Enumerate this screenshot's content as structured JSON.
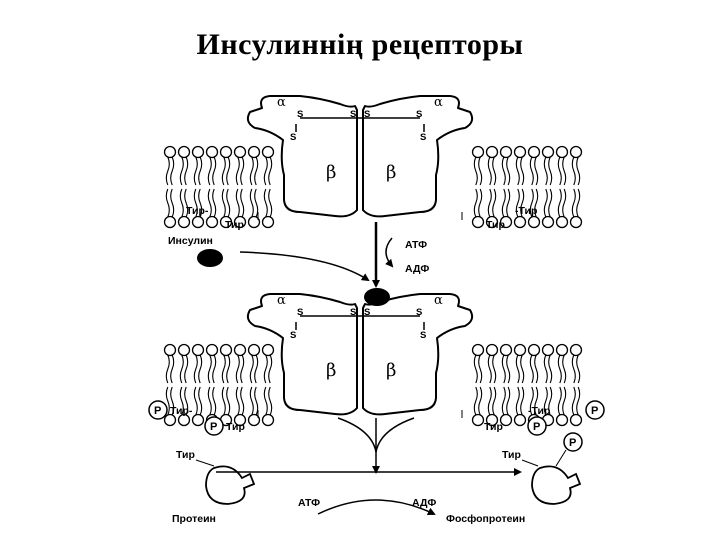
{
  "title": "Инсулиннің рецепторы",
  "diagram": {
    "alpha": "α",
    "beta": "β",
    "s": "S",
    "tyr_left": "Тир-",
    "tyr_right": "-Тир",
    "tyr": "Тир",
    "insulin": "Инсулин",
    "atp": "АТФ",
    "adp": "АДФ",
    "phospho": "P",
    "protein": "Протеин",
    "phosphoprotein": "Фосфопротеин"
  }
}
